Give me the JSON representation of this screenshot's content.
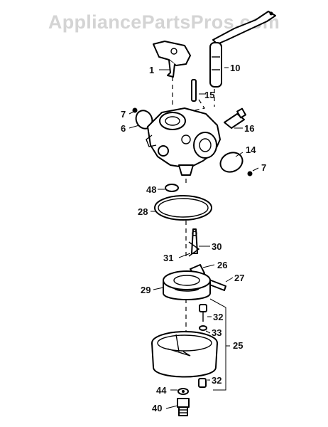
{
  "watermark": "AppliancePartsPros.com",
  "callouts": {
    "c1": "1",
    "c10": "10",
    "c15": "15",
    "c7a": "7",
    "c6": "6",
    "c16": "16",
    "c14": "14",
    "c7b": "7",
    "c48": "48",
    "c28": "28",
    "c30": "30",
    "c31": "31",
    "c26": "26",
    "c27": "27",
    "c29": "29",
    "c32a": "32",
    "c33": "33",
    "c25": "25",
    "c32b": "32",
    "c44": "44",
    "c40": "40"
  }
}
